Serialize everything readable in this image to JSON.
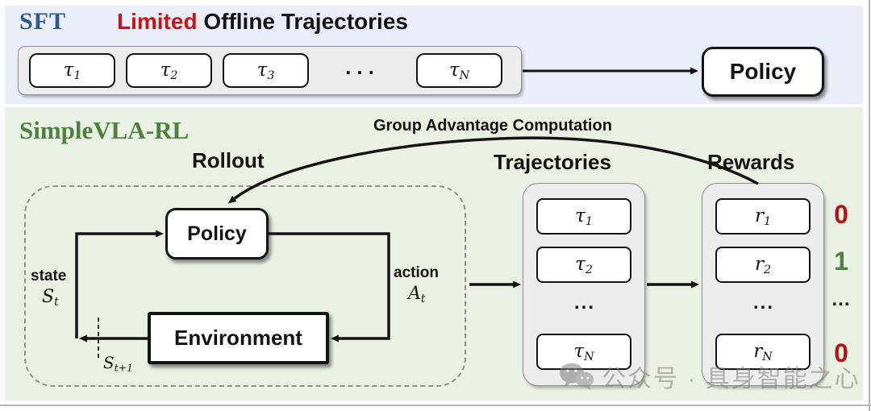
{
  "colors": {
    "sft_label": "#2d5c8c",
    "rl_label": "#4e8040",
    "limited_red": "#c81414",
    "top_band_bg": "#e9eef8",
    "bottom_band_bg": "#e8f1e3",
    "reward_zero_red": "#b01414",
    "reward_one_green": "#4e8040",
    "arrow_black": "#141414"
  },
  "sft": {
    "label": "SFT",
    "title": {
      "highlight": "Limited",
      "rest": " Offline Trajectories"
    },
    "taus": [
      {
        "sym": "τ",
        "sub": "1"
      },
      {
        "sym": "τ",
        "sub": "2"
      },
      {
        "sym": "τ",
        "sub": "3"
      },
      {
        "sym": "τ",
        "sub": "N"
      }
    ],
    "dots": "...",
    "policy_label": "Policy"
  },
  "rl": {
    "label": "SimpleVLA-RL",
    "group_advantage": "Group Advantage Computation",
    "rollout": {
      "title": "Rollout",
      "policy_label": "Policy",
      "environment_label": "Environment",
      "state": {
        "word": "state",
        "sym": "S",
        "sub": "t"
      },
      "action": {
        "word": "action",
        "sym": "A",
        "sub": "t"
      },
      "next_state": {
        "sym": "S",
        "sub": "t+1"
      }
    },
    "trajectories": {
      "title": "Trajectories",
      "items": [
        {
          "sym": "τ",
          "sub": "1"
        },
        {
          "sym": "τ",
          "sub": "2"
        },
        {
          "sym": "τ",
          "sub": "N"
        }
      ],
      "dots": "..."
    },
    "rewards": {
      "title": "Rewards",
      "items": [
        {
          "sym": "r",
          "sub": "1"
        },
        {
          "sym": "r",
          "sub": "2"
        },
        {
          "sym": "r",
          "sub": "N"
        }
      ],
      "dots": "...",
      "values": [
        {
          "v": "0",
          "color": "#b01414"
        },
        {
          "v": "1",
          "color": "#4e8040"
        },
        {
          "v": "...",
          "color": "#1c1c1c"
        },
        {
          "v": "0",
          "color": "#b01414"
        }
      ]
    }
  },
  "watermark": {
    "text": "公众号 · 具身智能之心"
  }
}
